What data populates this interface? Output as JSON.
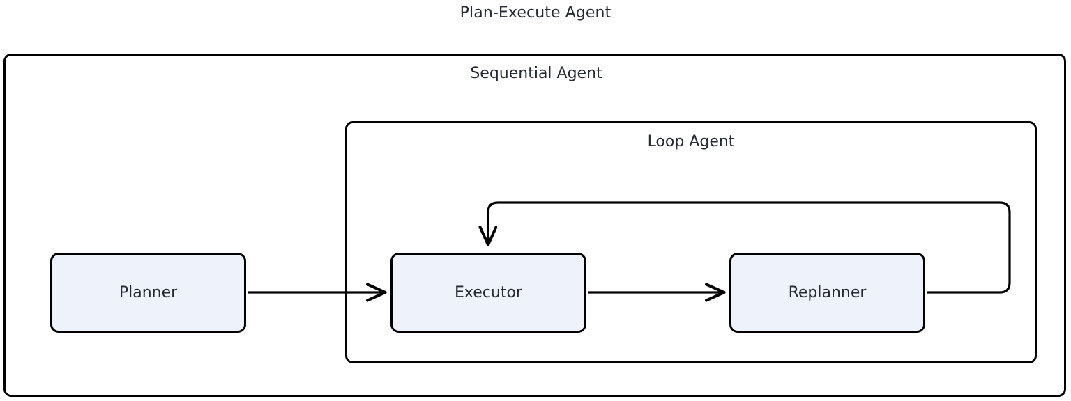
{
  "diagram": {
    "title": "Plan-Execute Agent",
    "background_color": "#ffffff",
    "stroke_color": "#000000",
    "node_fill_color": "#eef2fb",
    "text_color": "#242a33",
    "groups": [
      {
        "id": "sequential-agent",
        "label": "Sequential Agent"
      },
      {
        "id": "loop-agent",
        "label": "Loop Agent"
      }
    ],
    "nodes": [
      {
        "id": "planner",
        "label": "Planner",
        "group": "sequential-agent"
      },
      {
        "id": "executor",
        "label": "Executor",
        "group": "loop-agent"
      },
      {
        "id": "replanner",
        "label": "Replanner",
        "group": "loop-agent"
      }
    ],
    "edges": [
      {
        "id": "planner-to-executor",
        "from": "planner",
        "to": "executor",
        "style": "straight",
        "arrowhead": true
      },
      {
        "id": "executor-to-replanner",
        "from": "executor",
        "to": "replanner",
        "style": "straight",
        "arrowhead": true
      },
      {
        "id": "replanner-to-executor",
        "from": "replanner",
        "to": "executor",
        "style": "feedback-loop",
        "arrowhead": true
      }
    ]
  }
}
